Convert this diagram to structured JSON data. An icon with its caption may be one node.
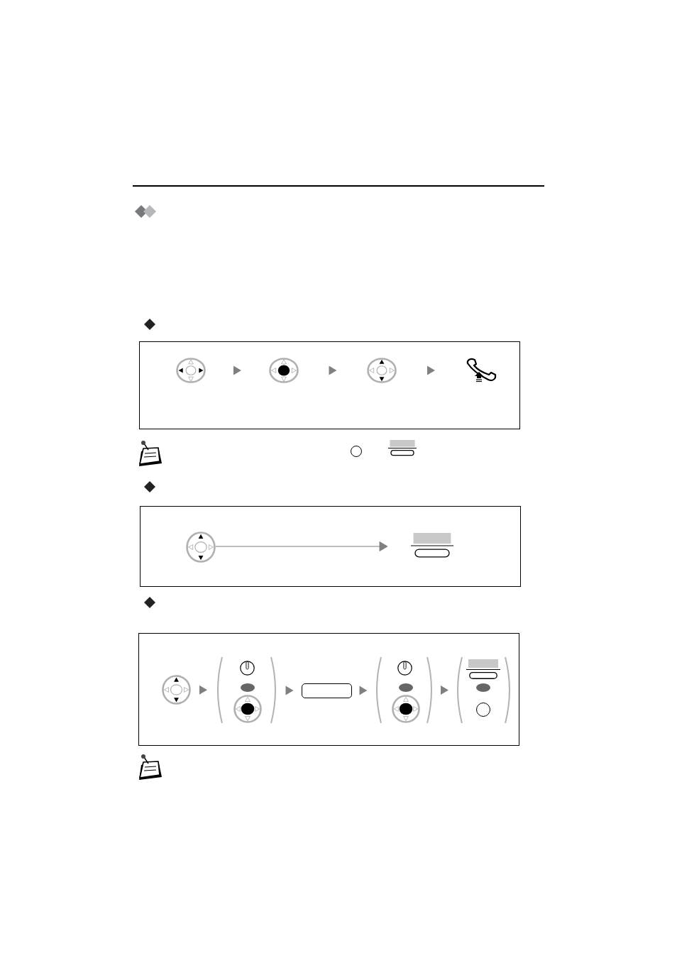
{
  "diagram": {
    "nodes": [
      {
        "text": [],
        "shape": "box"
      },
      {
        "text": [],
        "shape": "picture",
        "in": 0
      },
      {
        "text": [],
        "shape": "picture",
        "in": 0
      },
      {
        "text": [],
        "shape": "picture",
        "in": 0
      },
      {
        "text": [],
        "shape": "picture",
        "in": 0
      },
      {
        "text": [],
        "shape": "box"
      },
      {
        "text": [],
        "shape": "picture",
        "in": 5
      },
      {
        "text": [],
        "shape": "picture",
        "in": 5
      },
      {
        "text": [],
        "shape": "box"
      },
      {
        "text": [],
        "shape": "picture",
        "in": 8
      },
      {
        "text": [],
        "shape": "bracket",
        "in": 8
      },
      {
        "text": [],
        "shape": "picture",
        "in": 10
      },
      {
        "text": [],
        "shape": "oval",
        "in": 10
      },
      {
        "text": [],
        "shape": "picture",
        "in": 10
      },
      {
        "text": [],
        "shape": "box",
        "in": 8
      },
      {
        "text": [],
        "shape": "bracket",
        "in": 8
      },
      {
        "text": [],
        "shape": "picture",
        "in": 15
      },
      {
        "text": [],
        "shape": "oval",
        "in": 15
      },
      {
        "text": [],
        "shape": "picture",
        "in": 15
      },
      {
        "text": [],
        "shape": "bracket",
        "in": 8
      },
      {
        "text": [],
        "shape": "picture",
        "in": 19
      },
      {
        "text": [],
        "shape": "oval",
        "in": 19
      },
      {
        "text": [],
        "shape": "circle",
        "in": 19
      }
    ],
    "edges": [
      {
        "from": 1,
        "to": 2,
        "arrow": "to"
      },
      {
        "from": 2,
        "to": 3,
        "arrow": "to"
      },
      {
        "from": 3,
        "to": 4,
        "arrow": "to"
      },
      {
        "from": 6,
        "to": 7,
        "arrow": "to"
      },
      {
        "from": 9,
        "to": 10,
        "arrow": "to"
      },
      {
        "from": 10,
        "to": 14,
        "arrow": "to"
      },
      {
        "from": 14,
        "to": 15,
        "arrow": "to"
      },
      {
        "from": 15,
        "to": 19,
        "arrow": "to"
      }
    ]
  }
}
